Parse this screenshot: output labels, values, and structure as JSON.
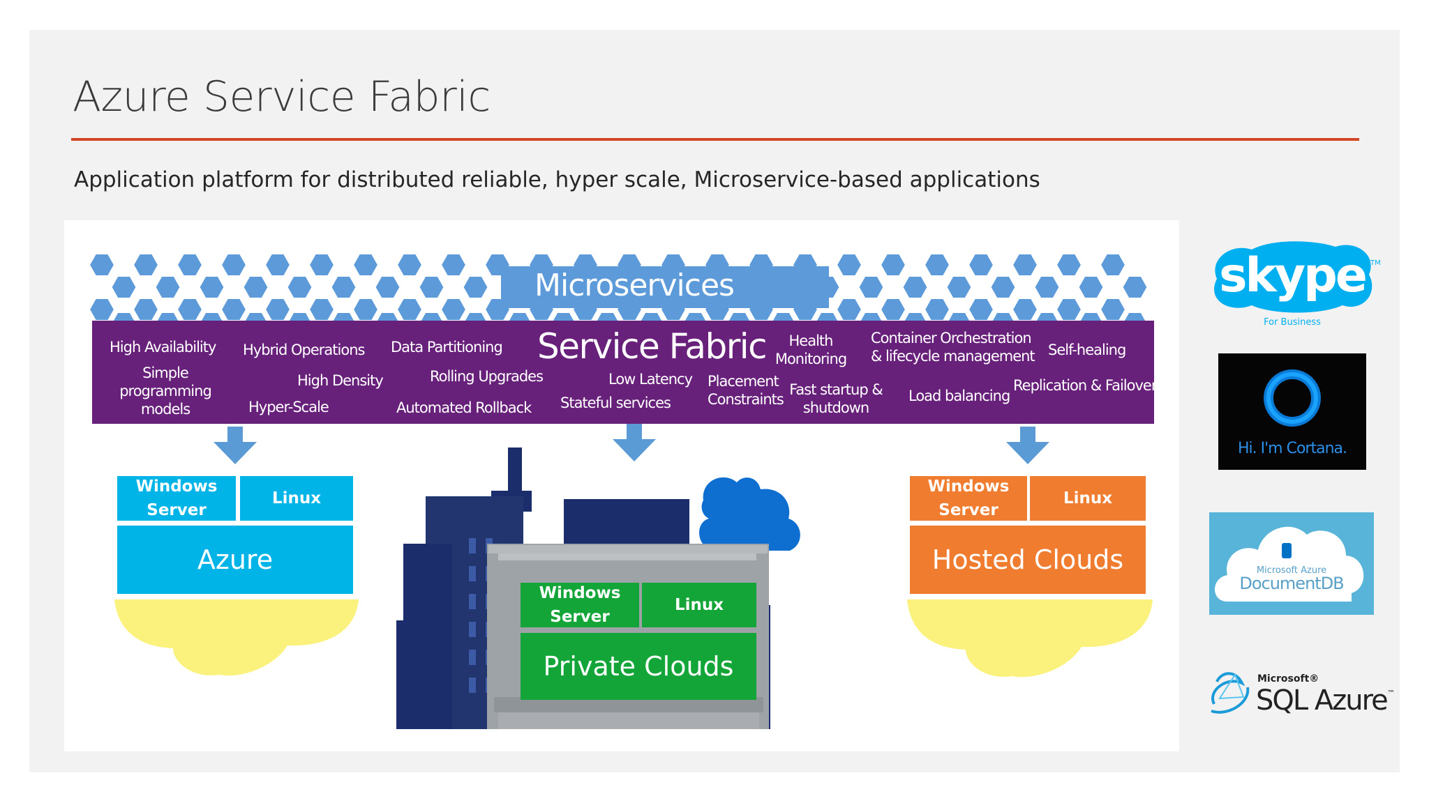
{
  "slide": {
    "title": "Azure Service Fabric",
    "subtitle": "Application platform for distributed reliable, hyper scale, Microservice-based applications"
  },
  "diagram": {
    "microservices_label": "Microservices",
    "fabric": {
      "title": "Service Fabric",
      "capabilities": {
        "high_availability": "High Availability",
        "simple_programming": "Simple\nprogramming\nmodels",
        "hybrid_operations": "Hybrid Operations",
        "high_density": "High Density",
        "hyper_scale": "Hyper-Scale",
        "data_partitioning": "Data Partitioning",
        "rolling_upgrades": "Rolling Upgrades",
        "automated_rollback": "Automated Rollback",
        "low_latency": "Low Latency",
        "stateful_services": "Stateful services",
        "health_monitoring": "Health\nMonitoring",
        "placement_constraints": "Placement\nConstraints",
        "fast_startup": "Fast startup &\nshutdown",
        "container_orchestration": "Container Orchestration\n& lifecycle management",
        "load_balancing": "Load balancing",
        "self_healing": "Self-healing",
        "replication_failover": "Replication & Failover"
      }
    },
    "azure": {
      "windows": "Windows\nServer",
      "linux": "Linux",
      "name": "Azure",
      "color": "#00b4e8"
    },
    "private": {
      "windows": "Windows\nServer",
      "linux": "Linux",
      "name": "Private Clouds",
      "color": "#13a538"
    },
    "hosted": {
      "windows": "Windows\nServer",
      "linux": "Linux",
      "name": "Hosted Clouds",
      "color": "#f07c30"
    },
    "colors": {
      "fabric": "#68217a",
      "hex": "#5d9ad9",
      "arrow": "#5b9bd5",
      "cloud_yellow": "#fbf27d",
      "city_dark": "#1b2d6b"
    }
  },
  "logos": {
    "skype": {
      "wordmark": "skype",
      "tm": "TM",
      "sub": "For Business"
    },
    "cortana": {
      "caption": "Hi. I'm Cortana."
    },
    "documentdb": {
      "line1": "Microsoft Azure",
      "line2": "DocumentDB"
    },
    "sql_azure": {
      "brand": "Microsoft®",
      "product": "SQL Azure",
      "tm": "™"
    }
  }
}
